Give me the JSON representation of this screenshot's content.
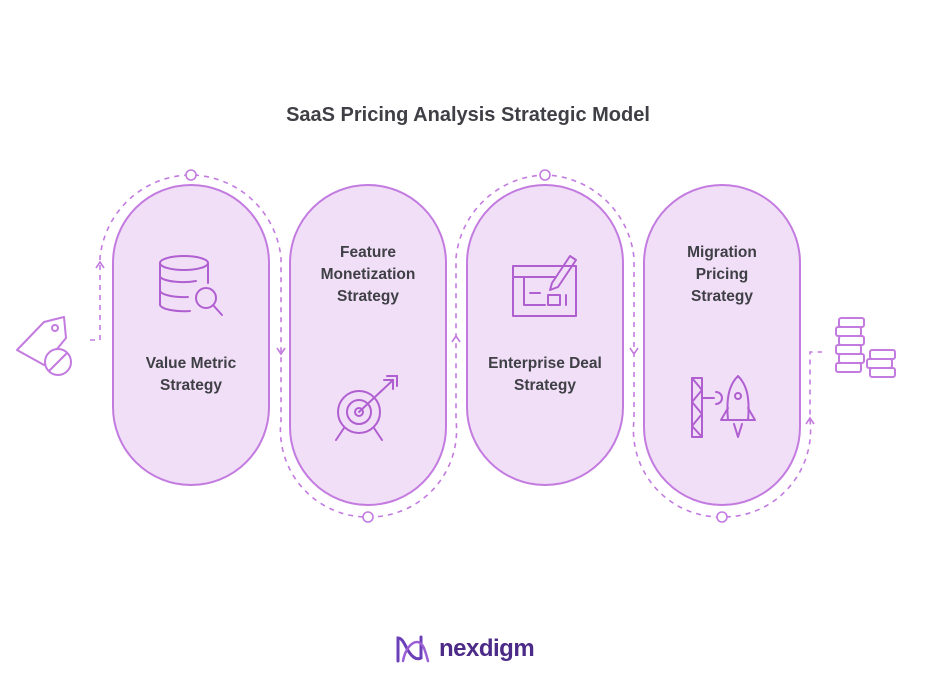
{
  "title": "SaaS Pricing Analysis Strategic Model",
  "stages": [
    {
      "lines": [
        "Value Metric",
        "Strategy"
      ],
      "icon": "database-search-icon"
    },
    {
      "lines": [
        "Feature",
        "Monetization",
        "Strategy"
      ],
      "icon": "target-arrow-icon"
    },
    {
      "lines": [
        "Enterprise Deal",
        "Strategy"
      ],
      "icon": "blueprint-pencil-icon"
    },
    {
      "lines": [
        "Migration",
        "Pricing",
        "Strategy"
      ],
      "icon": "rocket-launch-icon"
    }
  ],
  "start_icon": "price-tag-no-icon",
  "end_icon": "coin-stacks-icon",
  "brand": {
    "name": "nexdigm"
  },
  "colors": {
    "fill": "#f1dff7",
    "stroke": "#c37be0",
    "icon": "#b05fd1",
    "text": "#3f3f46",
    "brand": "#4c2a87"
  }
}
